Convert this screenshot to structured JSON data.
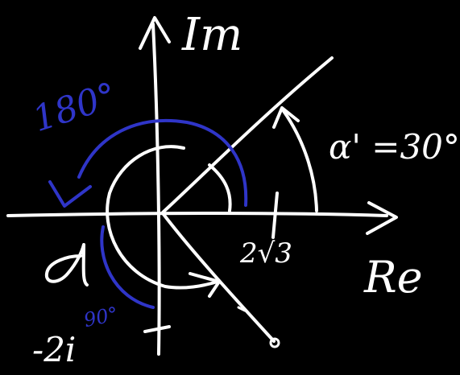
{
  "labels": {
    "imaginary_axis": "Im",
    "real_axis": "Re",
    "angle_180": "180°",
    "angle_90": "90°",
    "alpha": "α",
    "alpha_prime": "α' =30°",
    "two_root_three": "2√3",
    "minus_two_i": "-2i"
  },
  "colors": {
    "background": "#000000",
    "ink_white": "#ffffff",
    "ink_blue": "#2f35c8"
  }
}
